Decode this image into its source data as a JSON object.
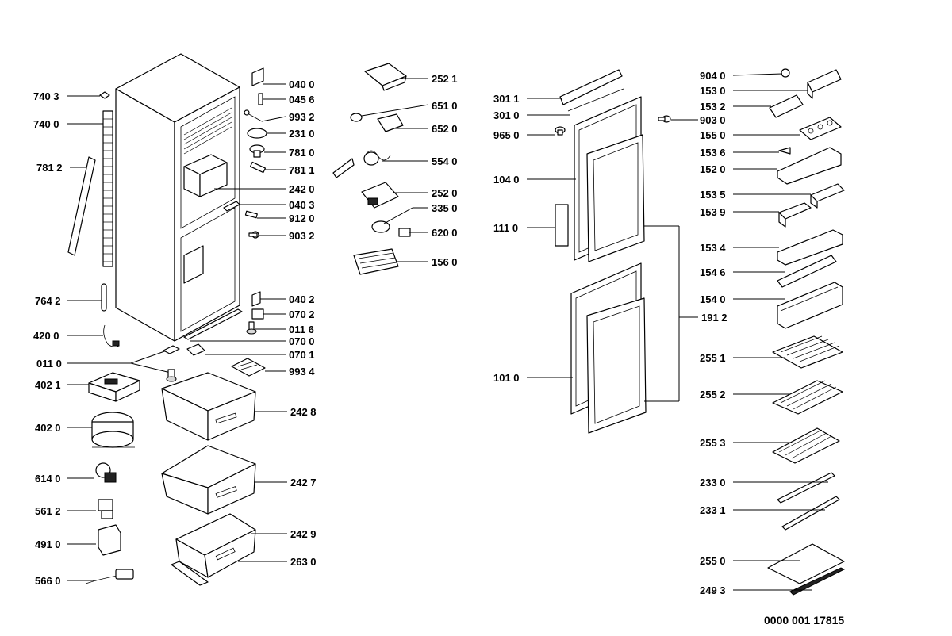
{
  "labels": {
    "l7403": "740 3",
    "l7400": "740 0",
    "l7812": "781 2",
    "l7642": "764 2",
    "l4200": "420 0",
    "l0110": "011 0",
    "l4021": "402 1",
    "l4020": "402 0",
    "l6140": "614 0",
    "l5612": "561 2",
    "l4910": "491 0",
    "l5660": "566 0",
    "l0400": "040 0",
    "l0456": "045 6",
    "l9932": "993 2",
    "l2310": "231 0",
    "l7810": "781 0",
    "l7811": "781 1",
    "l2420": "242 0",
    "l0403": "040 3",
    "l9120": "912 0",
    "l9032": "903 2",
    "l0402": "040 2",
    "l0702": "070 2",
    "l0116": "011 6",
    "l0700": "070 0",
    "l0701": "070 1",
    "l9934": "993 4",
    "l2428": "242 8",
    "l2427": "242 7",
    "l2429": "242 9",
    "l2630": "263 0",
    "l2521": "252 1",
    "l6510": "651 0",
    "l6520": "652 0",
    "l5540": "554 0",
    "l2520": "252 0",
    "l3350": "335 0",
    "l6200": "620 0",
    "l1560": "156 0",
    "l3011": "301 1",
    "l3010": "301 0",
    "l9650": "965 0",
    "l1040": "104 0",
    "l1110": "111 0",
    "l1010": "101 0",
    "l1912": "191 2",
    "l9040": "904 0",
    "l1530": "153 0",
    "l1532": "153 2",
    "l9030": "903 0",
    "l1550": "155 0",
    "l1536": "153 6",
    "l1520": "152 0",
    "l1535": "153 5",
    "l1539": "153 9",
    "l1534": "153 4",
    "l1546": "154 6",
    "l1540": "154 0",
    "l2551": "255 1",
    "l2552": "255 2",
    "l2553": "255 3",
    "l2330": "233 0",
    "l2331": "233 1",
    "l2550": "255 0",
    "l2493": "249 3"
  },
  "doc_number": "0000 001 17815"
}
